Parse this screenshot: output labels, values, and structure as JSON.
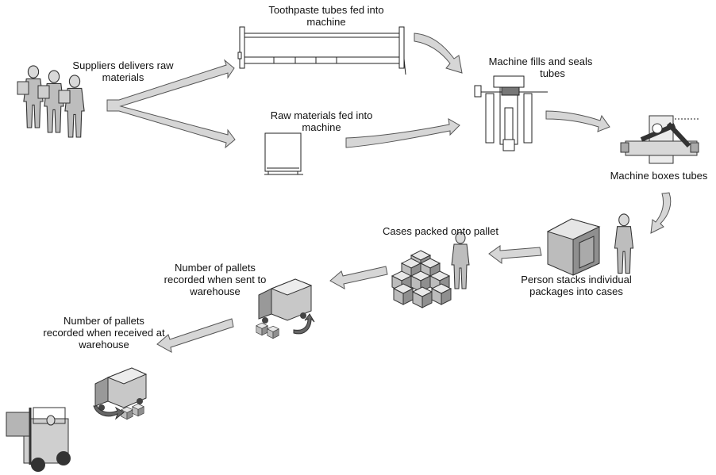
{
  "steps": {
    "suppliers": [
      "Suppliers delivers raw",
      "materials"
    ],
    "tubes_fed": [
      "Toothpaste tubes fed into",
      "machine"
    ],
    "raw_fed": [
      "Raw materials fed into",
      "machine"
    ],
    "fill_seal": [
      "Machine fills and seals",
      "tubes"
    ],
    "boxes": [
      "Machine boxes tubes"
    ],
    "person_stacks": [
      "Person stacks individual",
      "packages into cases"
    ],
    "cases_pallet": [
      "Cases packed onto pallet"
    ],
    "sent": [
      "Number of pallets",
      "recorded when sent to",
      "warehouse"
    ],
    "received": [
      "Number of pallets",
      "recorded when received at",
      "warehouse"
    ]
  }
}
